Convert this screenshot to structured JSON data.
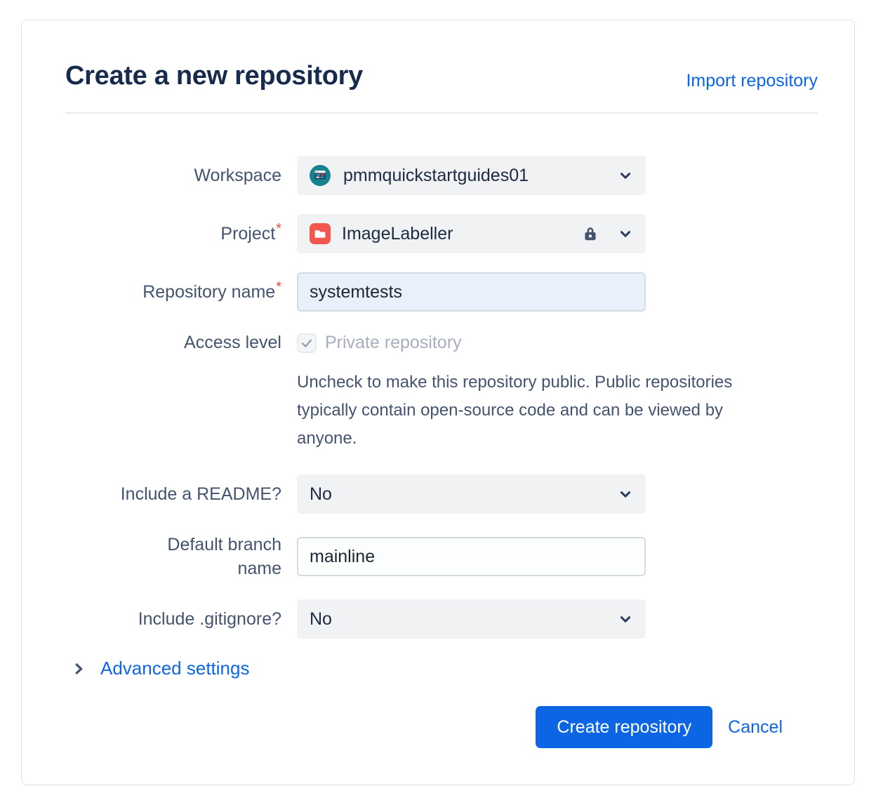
{
  "header": {
    "title": "Create a new repository",
    "import_link": "Import repository"
  },
  "form": {
    "workspace": {
      "label": "Workspace",
      "value": "pmmquickstartguides01",
      "icon": "workspace-avatar-icon"
    },
    "project": {
      "label": "Project",
      "required": "*",
      "value": "ImageLabeller",
      "icons": [
        "project-folder-icon",
        "lock-icon",
        "chevron-down-icon"
      ]
    },
    "repository_name": {
      "label": "Repository name",
      "required": "*",
      "value": "systemtests"
    },
    "access_level": {
      "label": "Access level",
      "checkbox_checked": true,
      "checkbox_disabled": true,
      "checkbox_label": "Private repository",
      "help_text": "Uncheck to make this repository public. Public repositories typically contain open-source code and can be viewed by anyone."
    },
    "include_readme": {
      "label": "Include a README?",
      "value": "No"
    },
    "default_branch": {
      "label": "Default branch name",
      "value": "mainline"
    },
    "include_gitignore": {
      "label": "Include .gitignore?",
      "value": "No"
    }
  },
  "advanced_settings": {
    "label": "Advanced settings",
    "icon": "chevron-right-icon"
  },
  "footer": {
    "create_label": "Create repository",
    "cancel_label": "Cancel"
  },
  "colors": {
    "title_navy": "#172B4D",
    "label_gray": "#44546E",
    "accent_blue": "#0C66E4",
    "required_red": "#E2483D",
    "field_bg": "#F1F2F4",
    "autofill_input_bg": "#E9F0FB",
    "input_border": "#D7DBE1",
    "disabled_text": "#A7AFBC",
    "divider": "#EBECF0",
    "workspace_avatar_teal": "#15828F",
    "project_icon_red": "#F3564C",
    "button_blue": "#0C66E4"
  }
}
